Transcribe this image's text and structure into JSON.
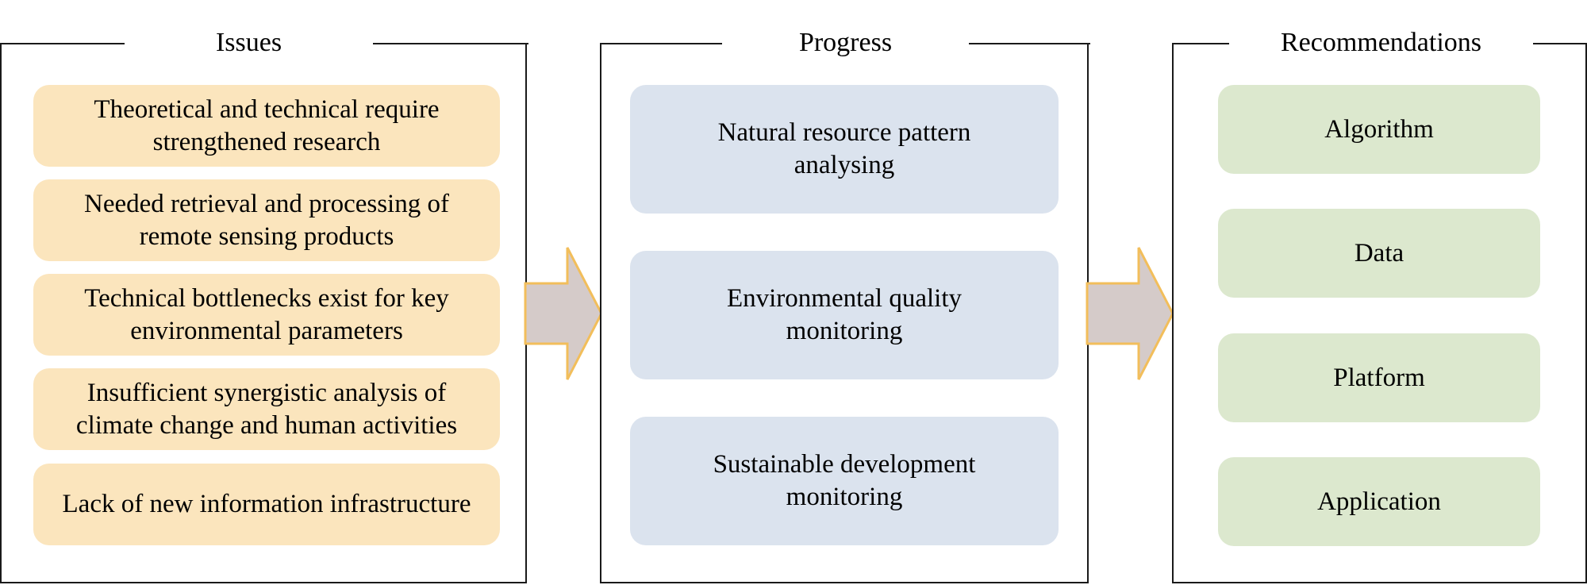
{
  "panels": {
    "issues": {
      "title": "Issues",
      "items": [
        "Theoretical and technical require strengthened research",
        "Needed retrieval and processing of remote sensing products",
        "Technical bottlenecks exist for key environmental parameters",
        "Insufficient synergistic analysis of climate change and human activities",
        "Lack of new information infrastructure"
      ]
    },
    "progress": {
      "title": "Progress",
      "items": [
        "Natural resource pattern analysing",
        "Environmental quality monitoring",
        "Sustainable development monitoring"
      ]
    },
    "recommendations": {
      "title": "Recommendations",
      "items": [
        "Algorithm",
        "Data",
        "Platform",
        "Application"
      ]
    }
  },
  "colors": {
    "issue_fill": "#fbe5bd",
    "progress_fill": "#dbe3ee",
    "recommendation_fill": "#dce8ce",
    "arrow_fill": "#d5cbc9",
    "arrow_outline": "#f2be5b"
  }
}
